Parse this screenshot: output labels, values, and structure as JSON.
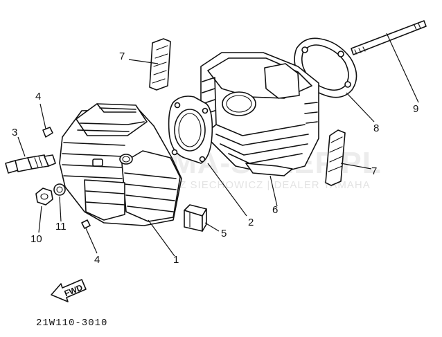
{
  "diagram": {
    "drawing_code": "21W110-3010",
    "direction_label": "FWD",
    "callouts": [
      {
        "id": "c1",
        "label": "1"
      },
      {
        "id": "c2",
        "label": "2"
      },
      {
        "id": "c3",
        "label": "3"
      },
      {
        "id": "c4a",
        "label": "4"
      },
      {
        "id": "c4b",
        "label": "4"
      },
      {
        "id": "c5",
        "label": "5"
      },
      {
        "id": "c6",
        "label": "6"
      },
      {
        "id": "c7a",
        "label": "7"
      },
      {
        "id": "c7b",
        "label": "7"
      },
      {
        "id": "c8",
        "label": "8"
      },
      {
        "id": "c9",
        "label": "9"
      },
      {
        "id": "c10",
        "label": "10"
      },
      {
        "id": "c11",
        "label": "11"
      }
    ]
  },
  "watermark": {
    "brand": "YAMA-SKLEP.PL",
    "dealer_line": "ŁUKASZ SIECHOWICZ | DEALER YAMAHA",
    "logo_color": "#e8b0b0"
  }
}
